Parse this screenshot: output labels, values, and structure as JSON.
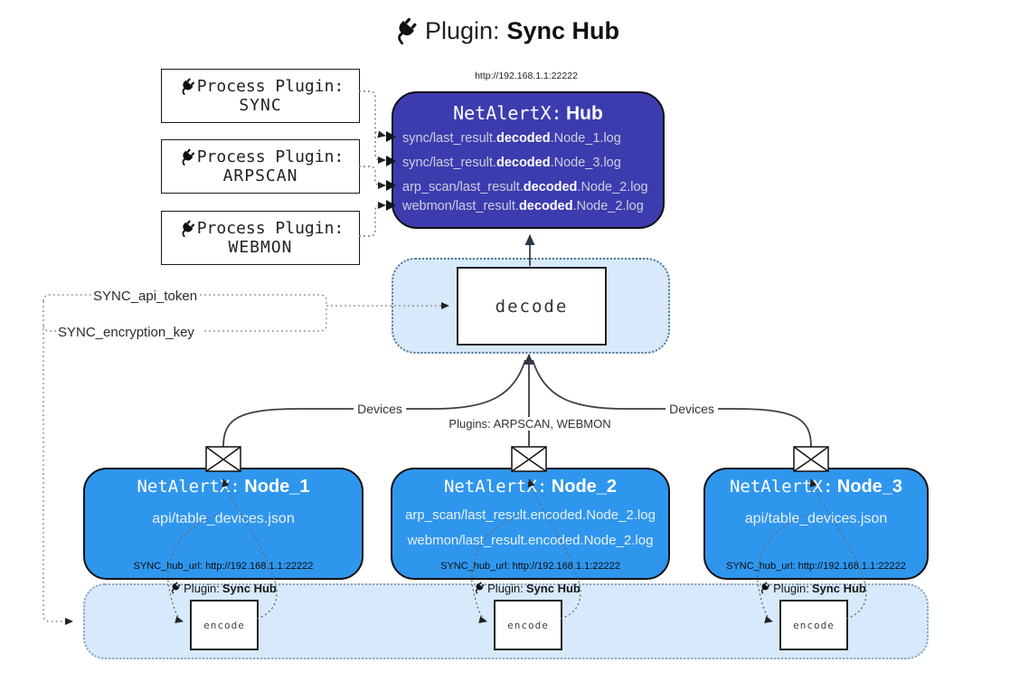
{
  "title": {
    "prefix": "Plugin:",
    "bold": "Sync Hub"
  },
  "icons": {
    "title": "plug-icon",
    "mail": "envelope-icon"
  },
  "process_plugins": [
    {
      "label": "Process Plugin:",
      "name": "SYNC"
    },
    {
      "label": "Process Plugin:",
      "name": "ARPSCAN"
    },
    {
      "label": "Process Plugin:",
      "name": "WEBMON"
    }
  ],
  "hub": {
    "url": "http://192.168.1.1:22222",
    "title_prefix": "NetAlertX:",
    "title_bold": "Hub",
    "files": [
      {
        "pre": "sync/last_result.",
        "bold": "decoded",
        "post": ".Node_1.log"
      },
      {
        "pre": "sync/last_result.",
        "bold": "decoded",
        "post": ".Node_3.log"
      },
      {
        "pre": "arp_scan/last_result.",
        "bold": "decoded",
        "post": ".Node_2.log"
      },
      {
        "pre": "webmon/last_result.",
        "bold": "decoded",
        "post": ".Node_2.log"
      }
    ]
  },
  "decode": {
    "label": "decode"
  },
  "tokens": {
    "api": "SYNC_api_token",
    "key": "SYNC_encryption_key"
  },
  "edges": {
    "devices_left": "Devices",
    "plugins_center": "Plugins: ARPSCAN, WEBMON",
    "devices_right": "Devices"
  },
  "nodes": [
    {
      "title_prefix": "NetAlertX:",
      "title_bold": "Node_1",
      "files": [
        "api/table_devices.json"
      ],
      "hub_url": "SYNC_hub_url: http://192.168.1.1:22222"
    },
    {
      "title_prefix": "NetAlertX:",
      "title_bold": "Node_2",
      "files": [
        "arp_scan/last_result.encoded.Node_2.log",
        "webmon/last_result.encoded.Node_2.log"
      ],
      "hub_url": "SYNC_hub_url: http://192.168.1.1:22222"
    },
    {
      "title_prefix": "NetAlertX:",
      "title_bold": "Node_3",
      "files": [
        "api/table_devices.json"
      ],
      "hub_url": "SYNC_hub_url: http://192.168.1.1:22222"
    }
  ],
  "encoders": [
    {
      "prefix": "Plugin:",
      "bold": "Sync Hub",
      "box_label": "encode"
    },
    {
      "prefix": "Plugin:",
      "bold": "Sync Hub",
      "box_label": "encode"
    },
    {
      "prefix": "Plugin:",
      "bold": "Sync Hub",
      "box_label": "encode"
    }
  ],
  "colors": {
    "hub_bg": "#3c3caf",
    "node_bg": "#2f96ee",
    "panel_bg": "#d7e9fa",
    "panel_border": "#55758f",
    "strip_border": "#8aa3bd",
    "wire": "#3f3f3f",
    "dotted_wire": "#777777"
  }
}
